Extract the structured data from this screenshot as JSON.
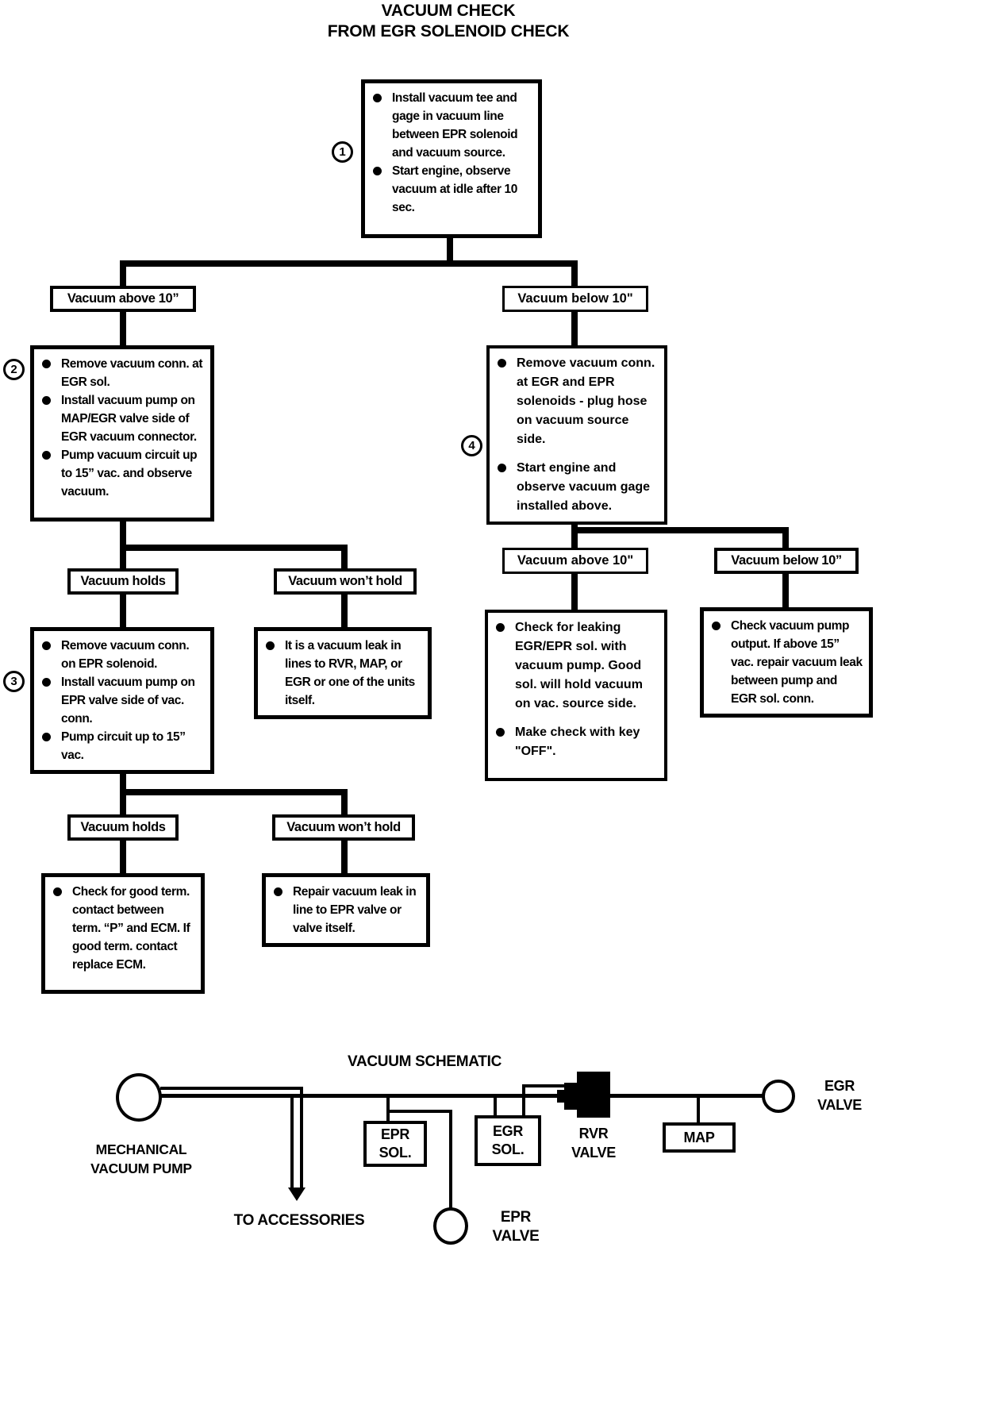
{
  "title": {
    "line1": "VACUUM CHECK",
    "line2": "FROM EGR SOLENOID CHECK"
  },
  "flowchart": {
    "step1": {
      "number": "1",
      "items": [
        "Install vacuum tee and gage in vacuum line between EPR solenoid and vacuum source.",
        "Start engine, observe vacuum at idle after 10 sec."
      ]
    },
    "left_branch_label": "Vacuum above 10”",
    "right_branch_label": "Vacuum below 10\"",
    "step2": {
      "number": "2",
      "items": [
        "Remove vacuum conn. at EGR sol.",
        "Install vacuum pump on MAP/EGR valve side of EGR vacuum connector.",
        "Pump vacuum circuit up to 15” vac. and observe vacuum."
      ]
    },
    "step4": {
      "number": "4",
      "items": [
        "Remove vacuum conn. at EGR and EPR solenoids - plug hose on vacuum source side.",
        "Start engine and observe vacuum gage installed above."
      ]
    },
    "holds1_label": "Vacuum holds",
    "wont_hold1_label": "Vacuum won’t hold",
    "step3": {
      "number": "3",
      "items": [
        "Remove vacuum conn. on EPR solenoid.",
        "Install vacuum pump on EPR valve side of vac. conn.",
        "Pump circuit up to 15” vac."
      ]
    },
    "leak_box": {
      "items": [
        "It is a vacuum leak in lines to RVR, MAP, or EGR or one of the units itself."
      ]
    },
    "holds2_label": "Vacuum holds",
    "wont_hold2_label": "Vacuum won’t hold",
    "ecm_box": {
      "items": [
        "Check for good term. contact between term. “P” and ECM. If good term. contact replace ECM."
      ]
    },
    "repair_box": {
      "items": [
        "Repair vacuum leak in line to EPR valve or valve itself."
      ]
    },
    "right_above_label": "Vacuum above 10\"",
    "right_below_label": "Vacuum below 10”",
    "check_sol_box": {
      "items": [
        "Check for leaking EGR/EPR sol. with vacuum pump. Good sol. will hold vacuum on vac. source side.",
        "Make check with key \"OFF\"."
      ]
    },
    "check_pump_box": {
      "items": [
        "Check vacuum pump output. If above 15” vac. repair vacuum leak between pump and EGR sol. conn."
      ]
    }
  },
  "schematic": {
    "title": "VACUUM SCHEMATIC",
    "pump_label_line1": "MECHANICAL",
    "pump_label_line2": "VACUUM PUMP",
    "accessories_label": "TO ACCESSORIES",
    "epr_sol_line1": "EPR",
    "epr_sol_line2": "SOL.",
    "egr_sol_line1": "EGR",
    "egr_sol_line2": "SOL.",
    "epr_valve_line1": "EPR",
    "epr_valve_line2": "VALVE",
    "rvr_valve_line1": "RVR",
    "rvr_valve_line2": "VALVE",
    "map_label": "MAP",
    "egr_valve_line1": "EGR",
    "egr_valve_line2": "VALVE"
  },
  "colors": {
    "ink": "#000000",
    "paper": "#ffffff"
  }
}
